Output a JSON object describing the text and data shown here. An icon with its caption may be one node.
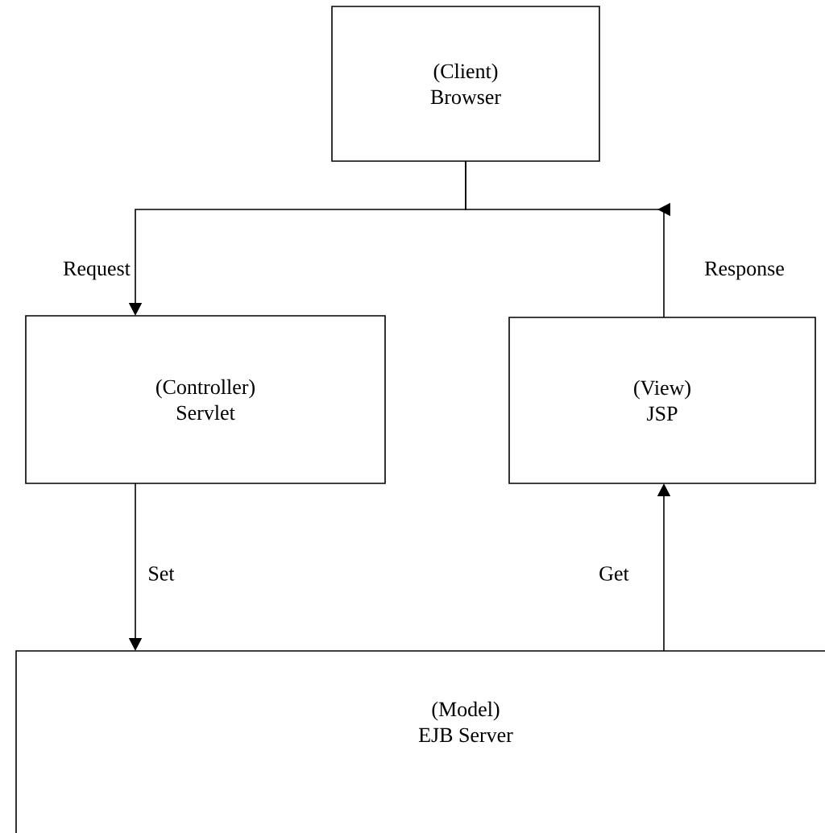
{
  "diagram": {
    "nodes": [
      {
        "text": [
          "(Client)",
          "Browser"
        ]
      },
      {
        "text": [
          "(Controller)",
          "Servlet"
        ]
      },
      {
        "text": [
          "(View)",
          "JSP"
        ]
      },
      {
        "text": [
          "(Model)",
          "EJB Server"
        ]
      }
    ],
    "edges": [
      {
        "from": 0,
        "to": 1,
        "arrow": "to",
        "label": "Request"
      },
      {
        "from": 2,
        "to": 0,
        "arrow": "to",
        "label": "Response"
      },
      {
        "from": 1,
        "to": 3,
        "arrow": "to",
        "label": "Set"
      },
      {
        "from": 3,
        "to": 2,
        "arrow": "to",
        "label": "Get"
      }
    ]
  }
}
